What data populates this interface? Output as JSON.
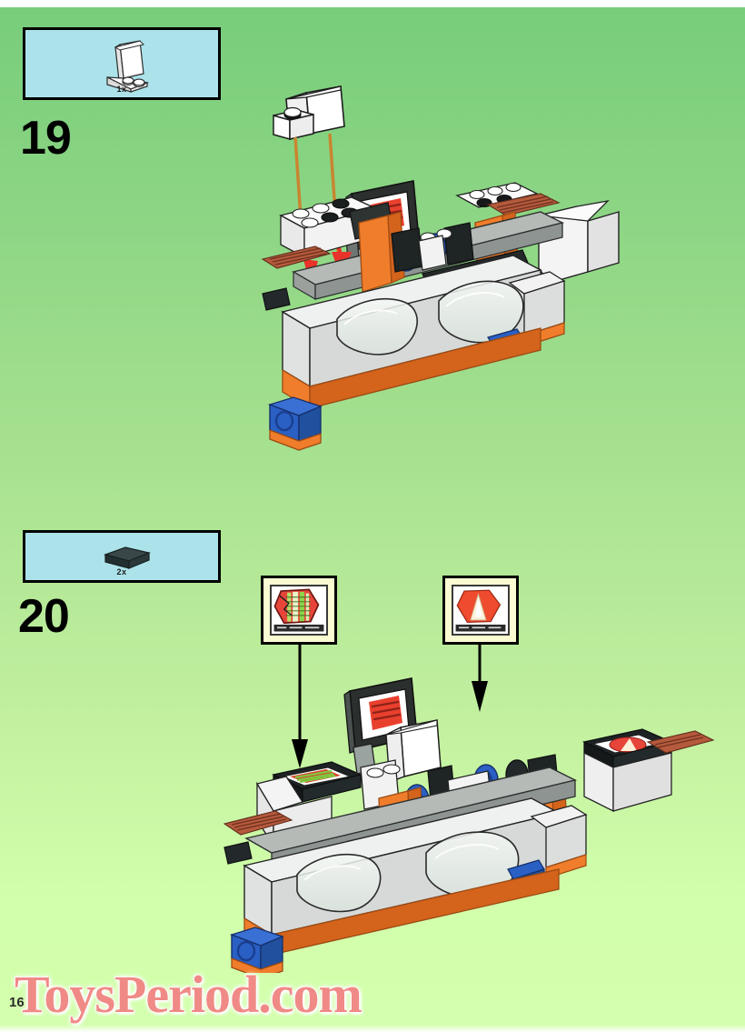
{
  "page": {
    "page_number": "16",
    "background_top_color": "#77cd7a",
    "background_bottom_color": "#d4ffae",
    "watermark_text": "ToysPeriod.com",
    "watermark_color": "#f08a86"
  },
  "steps": [
    {
      "number": "19",
      "callout": {
        "quantity": "1x",
        "part_name": "seat-piece",
        "part_color": "#ffffff",
        "box_color": "#ace2ea"
      },
      "assembly": {
        "name": "spaceship-cockpit-assembly",
        "floating_part": "white-seat-brick",
        "guide_line_color": "#c98530",
        "insert_arrow_color": "#e8332a",
        "monitor_screen": "red-hex-striped-screen"
      }
    },
    {
      "number": "20",
      "callout": {
        "quantity": "2x",
        "part_name": "flat-tile-2x2",
        "part_color": "#2c3a38",
        "box_color": "#ace2ea"
      },
      "stickers": [
        {
          "name": "green-red-striped-hex-sticker",
          "frame_color": "#fafbd2",
          "primary_color": "#e8453a",
          "secondary_color": "#8ed34b",
          "caption": ""
        },
        {
          "name": "red-hex-cone-sticker",
          "frame_color": "#fafbd2",
          "primary_color": "#ef4b2e",
          "secondary_color": "#fdf0d8",
          "caption": ""
        }
      ],
      "assembly": {
        "name": "spaceship-cockpit-assembly-with-stickers",
        "arrow_color": "#000000"
      }
    }
  ],
  "palette": {
    "lego_white": "#f2f2f2",
    "lego_light_gray": "#c8ccc9",
    "lego_dark_gray": "#7d8481",
    "lego_black": "#2b2f2e",
    "lego_orange": "#f07d2b",
    "lego_blue": "#2a5fc4",
    "lego_red_brown": "#b55a3c",
    "lego_trans": "#e7efe9"
  }
}
